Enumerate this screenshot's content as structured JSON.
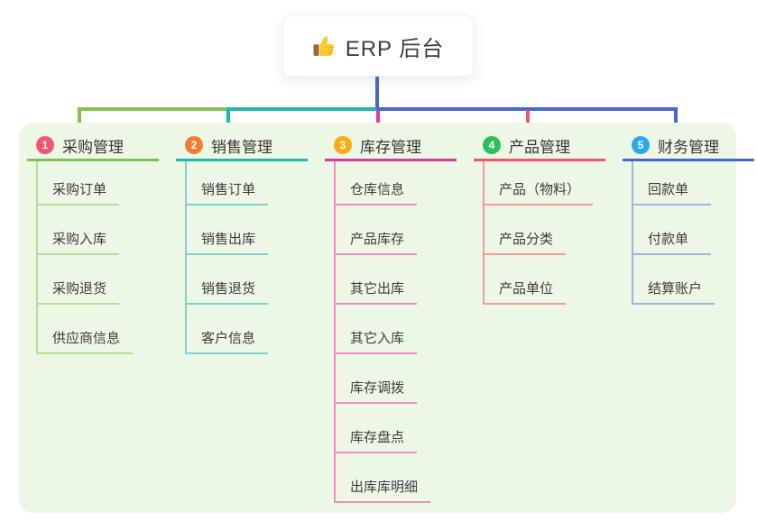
{
  "root": {
    "title": "ERP 后台",
    "icon": "thumbs-up-icon",
    "line_color": "#4a63cf"
  },
  "canvas": {
    "background": "#ffffff",
    "panel_color": "#ecf7e6"
  },
  "branches": [
    {
      "index": "1",
      "label": "采购管理",
      "badge_color": "#f4566d",
      "line_color": "#84bf52",
      "light_color": "#b9dc95",
      "items": [
        "采购订单",
        "采购入库",
        "采购退货",
        "供应商信息"
      ]
    },
    {
      "index": "2",
      "label": "销售管理",
      "badge_color": "#f57a32",
      "line_color": "#1db9ae",
      "light_color": "#7fd2c9",
      "items": [
        "销售订单",
        "销售出库",
        "销售退货",
        "客户信息"
      ]
    },
    {
      "index": "3",
      "label": "库存管理",
      "badge_color": "#fbab18",
      "line_color": "#d93a9e",
      "light_color": "#f18cc6",
      "items": [
        "仓库信息",
        "产品库存",
        "其它出库",
        "其它入库",
        "库存调拨",
        "库存盘点",
        "出库库明细"
      ]
    },
    {
      "index": "4",
      "label": "产品管理",
      "badge_color": "#2cc05c",
      "line_color": "#ee5a63",
      "light_color": "#f59b97",
      "items": [
        "产品（物料）",
        "产品分类",
        "产品单位"
      ]
    },
    {
      "index": "5",
      "label": "财务管理",
      "badge_color": "#2ba8ec",
      "line_color": "#4a63cf",
      "light_color": "#a3b2e2",
      "items": [
        "回款单",
        "付款单",
        "结算账户"
      ]
    }
  ]
}
